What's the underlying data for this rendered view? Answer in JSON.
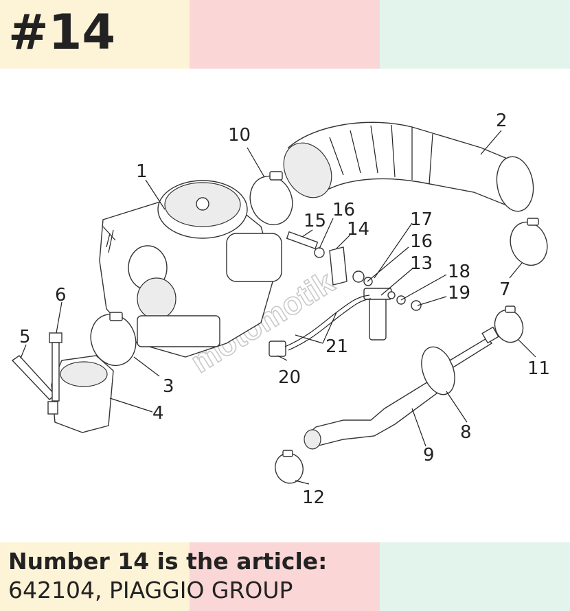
{
  "header": {
    "number": "#14"
  },
  "footer": {
    "title": "Number 14 is the article:",
    "description": "642104, PIAGGIO GROUP"
  },
  "colors": {
    "band_yellow": "#fdf3d7",
    "band_pink": "#fbd6d6",
    "band_green": "#e2f4ec",
    "text": "#222222"
  },
  "diagram": {
    "watermark": "motomotik",
    "callouts": [
      "1",
      "2",
      "3",
      "4",
      "5",
      "6",
      "7",
      "8",
      "9",
      "10",
      "11",
      "12",
      "13",
      "14",
      "15",
      "16",
      "16",
      "17",
      "18",
      "19",
      "20",
      "21"
    ]
  }
}
